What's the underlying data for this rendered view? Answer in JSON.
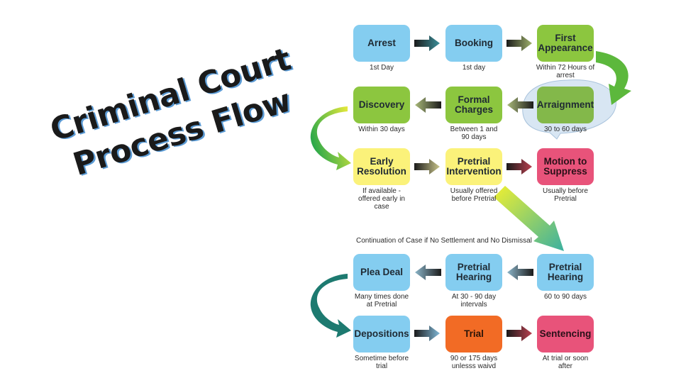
{
  "title": {
    "line1": "Criminal Court",
    "line2": "Process Flow"
  },
  "colors": {
    "blue": "#84cdf0",
    "green": "#8cc63f",
    "yellow": "#fbf27a",
    "pink": "#e8537a",
    "orange": "#f26b25",
    "title_shadow": "#5b9bd5"
  },
  "steps": [
    {
      "label": "Arrest",
      "caption": "1st Day"
    },
    {
      "label": "Booking",
      "caption": "1st day"
    },
    {
      "label": "First Appearance",
      "caption": "Within 72 Hours of arrest"
    },
    {
      "label": "Arraignment",
      "caption": "30 to 60 days"
    },
    {
      "label": "Formal Charges",
      "caption": "Between 1 and 90 days"
    },
    {
      "label": "Discovery",
      "caption": "Within 30 days"
    },
    {
      "label": "Early Resolution",
      "caption": "If available - offered early in case"
    },
    {
      "label": "Pretrial Intervention",
      "caption": "Usually offered before Pretrial"
    },
    {
      "label": "Motion to Suppress",
      "caption": "Usually before Pretrial"
    },
    {
      "label": "Pretrial Hearing",
      "caption": "60 to 90 days"
    },
    {
      "label": "Pretrial Hearing",
      "caption": "At 30 - 90 day intervals"
    },
    {
      "label": "Plea Deal",
      "caption": "Many times done at Pretrial"
    },
    {
      "label": "Depositions",
      "caption": "Sometime before trial"
    },
    {
      "label": "Trial",
      "caption": "90 or 175 days unlesss waivd"
    },
    {
      "label": "Sentencing",
      "caption": "At trial or soon after"
    }
  ],
  "note": "Continuation of Case if No Settlement and No Dismissal"
}
